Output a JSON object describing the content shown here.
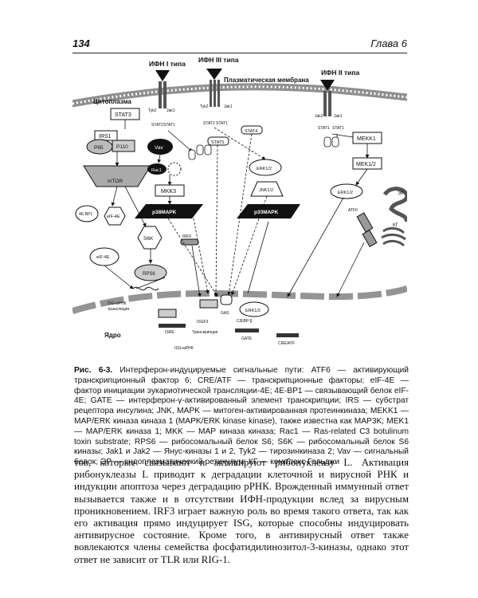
{
  "header": {
    "page_number": "134",
    "chapter": "Глава 6"
  },
  "figure": {
    "receptors": {
      "ifn1": "ИФН I типа",
      "ifn3": "ИФН III типа",
      "ifn2": "ИФН II типа"
    },
    "regions": {
      "membrane": "Плазматическая мембрана",
      "cytoplasm": "Цитоплазма",
      "nucleus": "Ядро"
    },
    "nodes": {
      "tyk2": "Tyk2",
      "jak1": "Jak1",
      "jak2": "Jak2",
      "stat1": "STAT1",
      "stat2": "STAT2",
      "stat3": "STAT3",
      "stat4": "STAT4",
      "stat5": "STAT5",
      "irs1": "IRS1",
      "p85": "P85",
      "p110": "P110",
      "vav": "Vav",
      "rac1": "Rac1",
      "mtor": "mTOR",
      "mkk3": "MKK3",
      "p38": "p38MAPK",
      "s6k": "S6K",
      "rps6": "RPS6",
      "eif4e": "eIF-4E",
      "bp1": "4E-BP1",
      "irf9": "IRF9",
      "erk12": "ERK1/2",
      "jnk12": "JNK1/2",
      "mekk1": "MEKK1",
      "mek12": "MEK1/2",
      "er": "ЭР",
      "atf6": "ATF6",
      "kg": "КГ",
      "gas": "GAS",
      "isgf3": "ISGF3",
      "isre": "ISRE",
      "cebp": "C/EBP-β",
      "gate": "GATE",
      "cre": "CRE/ATF",
      "isg_mrna": "ISG-мРНК",
      "translation": "трансляция",
      "transcription": "Транскрипция"
    }
  },
  "caption": {
    "label": "Рис. 6-3.",
    "text": " Интерферон-индуцируемые сигнальные пути: ATF6 — активирующий транскрипционный фактор 6; CRE/ATF — транскрипционные факторы; eIF-4E — фактор инициации эукариотической трансляции-4E; 4E-BP1 — связывающий белок eIF-4E; GATE — интерферон-γ-активированный элемент транскрипции; IRS — субстрат рецептора инсулина; JNK, MAPK — митоген-активированная протеинкиназа; MEKK1 — MAP/ERK киназа киназа 1 (MAPK/ERK kinase kinase), также известна как MAP3K; MEK1 — MAP/ERK киназа 1; MKK — MAP киназа киназа; Rac1 — Ras-related C3 botulinum toxin substrate; RPS6 — рибосомальный белок S6; S6K — рибосомальный белок S6 киназы; Jak1 и Jak2 — Янус-киназы 1 и 2, Tyk2 — тирозинкиназа 2; Vav — сигнальный белок; ЭР — эндоплазматический ретикулум; КГ — комплекс Гольджи"
  },
  "body_text": "тов, которые связывают и активируют рибонуклеазу L. Активация рибонуклеазы L приводит к деградации клеточной и вирусной РНК и индукции апоптоза через деградацию рРНК. Врожденный иммунный ответ вызывается также и в отсутствии ИФН-продукции вслед за вирусным проникновением. IRF3 играет важную роль во время такого ответа, так как его активация прямо индуцирует ISG, которые способны индуцировать антивирусное состояние. Кроме того, в антивирусный ответ также вовлекаются члены семейства фосфатидилинозитол-3-киназы, однако этот ответ не зависит от TLR или RIG-1."
}
